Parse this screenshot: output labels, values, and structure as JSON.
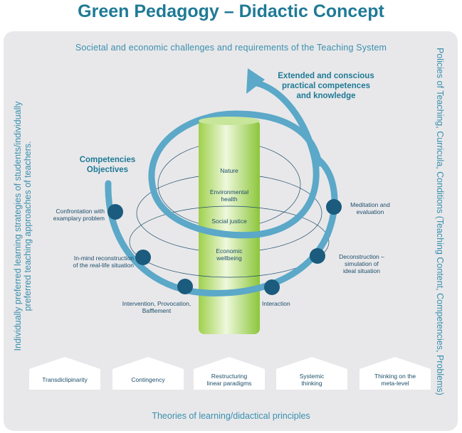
{
  "title": "Green Pedagogy – Didactic Concept",
  "top_band": "Societal and economic challenges and requirements of the Teaching System",
  "bottom_band": "Theories of learning/didactical principles",
  "left_side": {
    "line1": "Individually preferred learning strategies of students/individually",
    "line2": "preferred teaching approaches of teachers."
  },
  "right_side": "Policies of Teaching, Curricula, Conditions (Teaching Content, Competencies, Problems)",
  "extended": {
    "line1": "Extended and conscious",
    "line2": "practical competences",
    "line3": "and knowledge"
  },
  "competencies": {
    "line1": "Competencies",
    "line2": "Objectives"
  },
  "tube": {
    "nature": "Nature",
    "env1": "Environmental",
    "env2": "health",
    "social": "Social justice",
    "econ1": "Economic",
    "econ2": "wellbeing"
  },
  "nodes": {
    "confrontation": {
      "line1": "Confrontation with",
      "line2": "examplary problem"
    },
    "mind": {
      "line1": "In-mind reconstruction",
      "line2": "of the real-life situation"
    },
    "intervention": {
      "line1": "Intervention, Provocation,",
      "line2": "Bafflement"
    },
    "interaction": {
      "line1": "Interaction"
    },
    "deconstruction": {
      "line1": "Deconstruction –",
      "line2": "simulation of",
      "line3": "ideal situation"
    },
    "meditation": {
      "line1": "Meditation and",
      "line2": "evaluation"
    }
  },
  "principles": [
    {
      "line1": "Transdiclipinarity",
      "line2": ""
    },
    {
      "line1": "Contingency",
      "line2": ""
    },
    {
      "line1": "Restructuring",
      "line2": "linear paradigms"
    },
    {
      "line1": "Systemic",
      "line2": "thinking"
    },
    {
      "line1": "Thinking on the",
      "line2": "meta-level"
    }
  ],
  "colors": {
    "title": "#1f7a96",
    "spiral": "#5ba8c8",
    "node": "#1b5b7d",
    "tube_light": "#e4f3c8",
    "tube_dark": "#8fc93c",
    "panel": "#e8e8ea"
  }
}
